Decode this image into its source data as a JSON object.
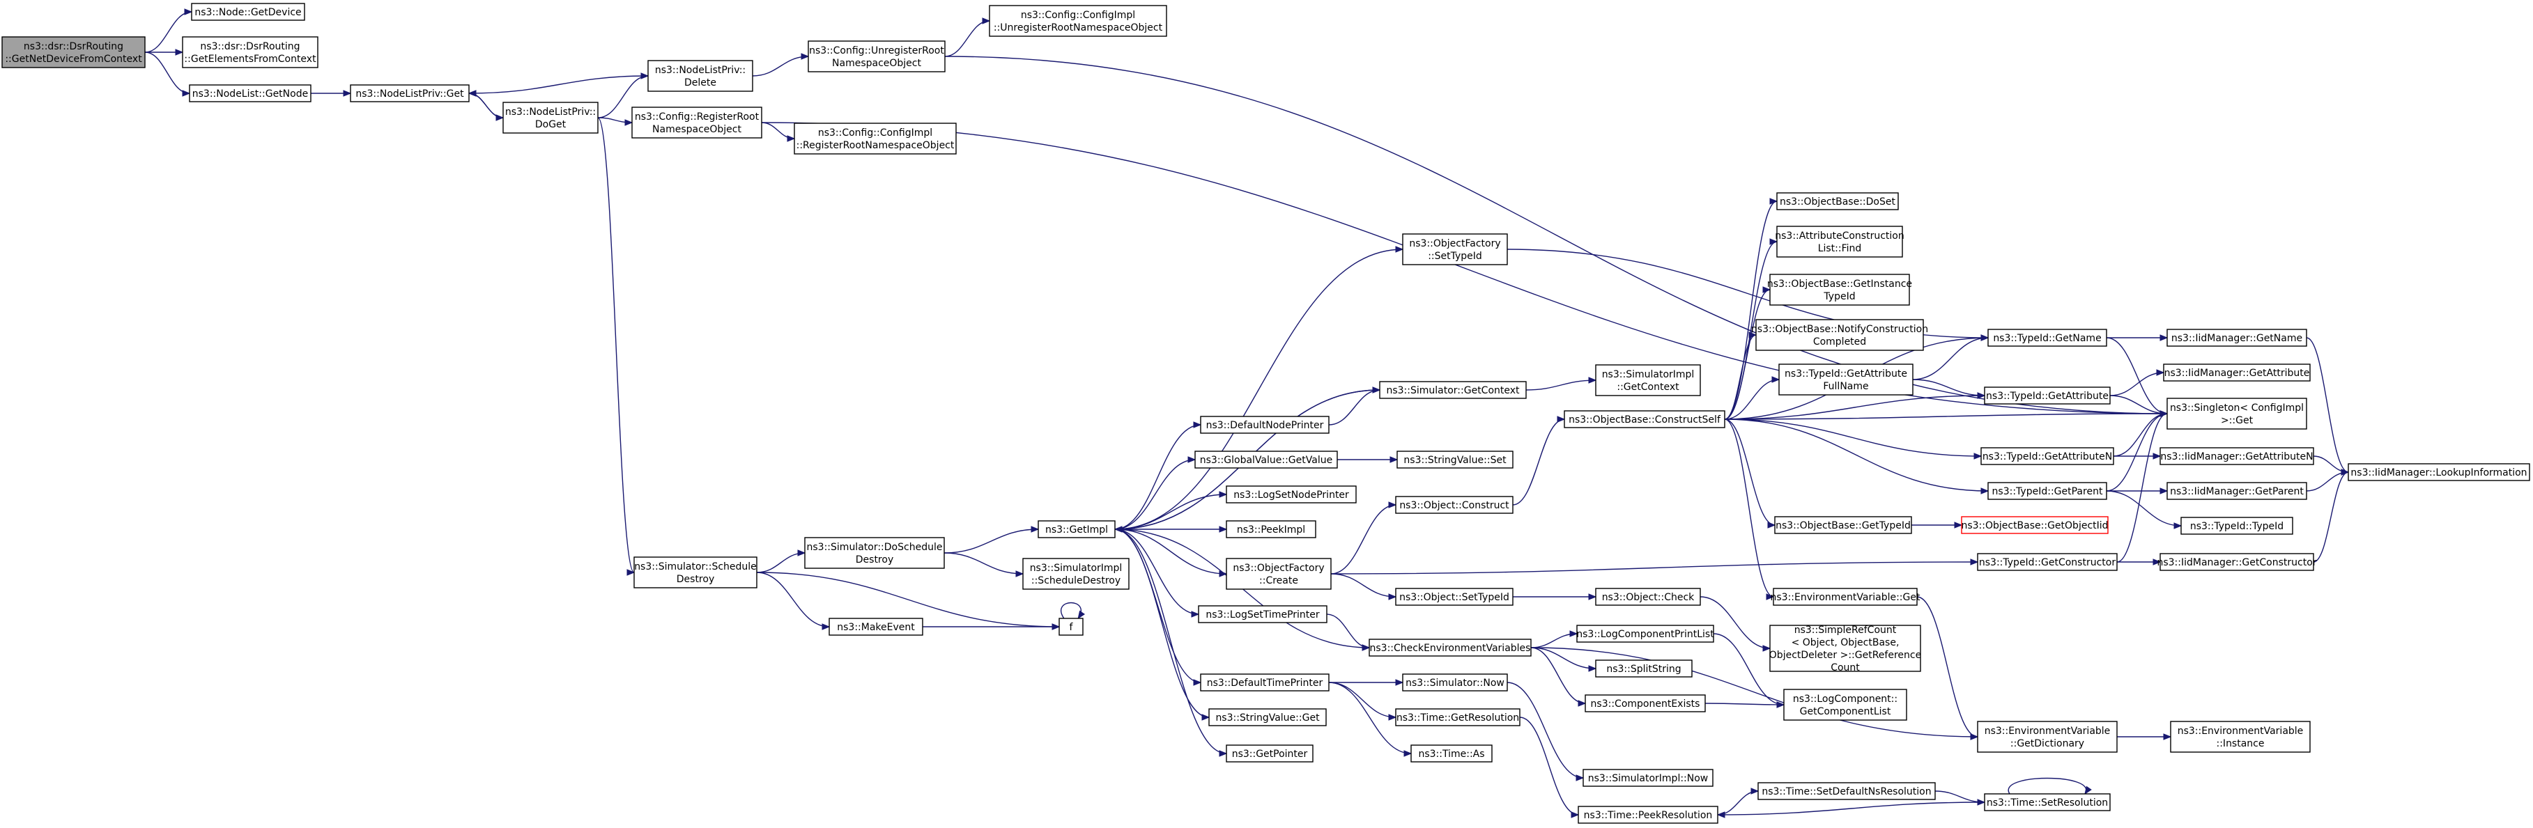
{
  "colors": {
    "edge": "#191970",
    "root_fill": "#a0a0a0",
    "node_border": "#000000",
    "highlight_border": "#ff0000"
  },
  "nodes": {
    "n_root": {
      "lines": [
        "ns3::dsr::DsrRouting",
        "::GetNetDeviceFromContext"
      ],
      "style": "root"
    },
    "n_getdevice": {
      "lines": [
        "ns3::Node::GetDevice"
      ]
    },
    "n_getelements": {
      "lines": [
        "ns3::dsr::DsrRouting",
        "::GetElementsFromContext"
      ]
    },
    "n_nl_getnode": {
      "lines": [
        "ns3::NodeList::GetNode"
      ]
    },
    "n_nlp_get": {
      "lines": [
        "ns3::NodeListPriv::Get"
      ]
    },
    "n_nlp_delete": {
      "lines": [
        "ns3::NodeListPriv::",
        "Delete"
      ]
    },
    "n_nlp_doget": {
      "lines": [
        "ns3::NodeListPriv::",
        "DoGet"
      ]
    },
    "n_cfg_unreg": {
      "lines": [
        "ns3::Config::UnregisterRoot",
        "NamespaceObject"
      ]
    },
    "n_cfgimpl_unreg": {
      "lines": [
        "ns3::Config::ConfigImpl",
        "::UnregisterRootNamespaceObject"
      ]
    },
    "n_cfg_reg": {
      "lines": [
        "ns3::Config::RegisterRoot",
        "NamespaceObject"
      ]
    },
    "n_cfgimpl_reg": {
      "lines": [
        "ns3::Config::ConfigImpl",
        "::RegisterRootNamespaceObject"
      ]
    },
    "n_sim_schedule": {
      "lines": [
        "ns3::Simulator::Schedule",
        "Destroy"
      ]
    },
    "n_sim_doschedule": {
      "lines": [
        "ns3::Simulator::DoSchedule",
        "Destroy"
      ]
    },
    "n_makeevent": {
      "lines": [
        "ns3::MakeEvent"
      ]
    },
    "n_f": {
      "lines": [
        "f"
      ]
    },
    "n_simimpl_schedule": {
      "lines": [
        "ns3::SimulatorImpl",
        "::ScheduleDestroy"
      ]
    },
    "n_getimpl": {
      "lines": [
        "ns3::GetImpl"
      ]
    },
    "n_of_settypeid": {
      "lines": [
        "ns3::ObjectFactory",
        "::SetTypeId"
      ]
    },
    "n_sim_getcontext": {
      "lines": [
        "ns3::Simulator::GetContext"
      ]
    },
    "n_simimpl_getcontext": {
      "lines": [
        "ns3::SimulatorImpl",
        "::GetContext"
      ]
    },
    "n_defnodeprinter": {
      "lines": [
        "ns3::DefaultNodePrinter"
      ]
    },
    "n_gv_getvalue": {
      "lines": [
        "ns3::GlobalValue::GetValue"
      ]
    },
    "n_sv_set": {
      "lines": [
        "ns3::StringValue::Set"
      ]
    },
    "n_logsetnode": {
      "lines": [
        "ns3::LogSetNodePrinter"
      ]
    },
    "n_peekimpl": {
      "lines": [
        "ns3::PeekImpl"
      ]
    },
    "n_of_create": {
      "lines": [
        "ns3::ObjectFactory",
        "::Create"
      ]
    },
    "n_obj_construct": {
      "lines": [
        "ns3::Object::Construct"
      ]
    },
    "n_obj_settypeid": {
      "lines": [
        "ns3::Object::SetTypeId"
      ]
    },
    "n_obj_check": {
      "lines": [
        "ns3::Object::Check"
      ]
    },
    "n_logsettime": {
      "lines": [
        "ns3::LogSetTimePrinter"
      ]
    },
    "n_checkenv": {
      "lines": [
        "ns3::CheckEnvironmentVariables"
      ]
    },
    "n_deftimeprinter": {
      "lines": [
        "ns3::DefaultTimePrinter"
      ]
    },
    "n_sim_now": {
      "lines": [
        "ns3::Simulator::Now"
      ]
    },
    "n_time_getres": {
      "lines": [
        "ns3::Time::GetResolution"
      ]
    },
    "n_time_as": {
      "lines": [
        "ns3::Time::As"
      ]
    },
    "n_sv_get": {
      "lines": [
        "ns3::StringValue::Get"
      ]
    },
    "n_getpointer": {
      "lines": [
        "ns3::GetPointer"
      ]
    },
    "n_simimpl_now": {
      "lines": [
        "ns3::SimulatorImpl::Now"
      ]
    },
    "n_time_peekres": {
      "lines": [
        "ns3::Time::PeekResolution"
      ]
    },
    "n_ob_construct": {
      "lines": [
        "ns3::ObjectBase::ConstructSelf"
      ]
    },
    "n_ob_doset": {
      "lines": [
        "ns3::ObjectBase::DoSet"
      ]
    },
    "n_acl_find": {
      "lines": [
        "ns3::AttributeConstruction",
        "List::Find"
      ]
    },
    "n_ob_getinst": {
      "lines": [
        "ns3::ObjectBase::GetInstance",
        "TypeId"
      ]
    },
    "n_ob_notify": {
      "lines": [
        "ns3::ObjectBase::NotifyConstruction",
        "Completed"
      ]
    },
    "n_tid_getattrfull": {
      "lines": [
        "ns3::TypeId::GetAttribute",
        "FullName"
      ]
    },
    "n_ob_gettypeid": {
      "lines": [
        "ns3::ObjectBase::GetTypeId"
      ]
    },
    "n_ob_getobjtid": {
      "lines": [
        "ns3::ObjectBase::GetObjectIid"
      ],
      "style": "red"
    },
    "n_env_get": {
      "lines": [
        "ns3::EnvironmentVariable::Get"
      ]
    },
    "n_simplerefcount": {
      "lines": [
        "ns3::SimpleRefCount",
        "< Object, ObjectBase,",
        "ObjectDeleter >::GetReference",
        "Count"
      ]
    },
    "n_logcomp_printlist": {
      "lines": [
        "ns3::LogComponentPrintList"
      ]
    },
    "n_splitstring": {
      "lines": [
        "ns3::SplitString"
      ]
    },
    "n_compexists": {
      "lines": [
        "ns3::ComponentExists"
      ]
    },
    "n_logcomp_getlist": {
      "lines": [
        "ns3::LogComponent::",
        "GetComponentList"
      ]
    },
    "n_time_setdefault": {
      "lines": [
        "ns3::Time::SetDefaultNsResolution"
      ]
    },
    "n_time_setres": {
      "lines": [
        "ns3::Time::SetResolution"
      ]
    },
    "n_tid_getname": {
      "lines": [
        "ns3::TypeId::GetName"
      ]
    },
    "n_tid_getattr": {
      "lines": [
        "ns3::TypeId::GetAttribute"
      ]
    },
    "n_tid_getattrn": {
      "lines": [
        "ns3::TypeId::GetAttributeN"
      ]
    },
    "n_tid_getparent": {
      "lines": [
        "ns3::TypeId::GetParent"
      ]
    },
    "n_tid_getconstructor": {
      "lines": [
        "ns3::TypeId::GetConstructor"
      ]
    },
    "n_env_getdict": {
      "lines": [
        "ns3::EnvironmentVariable",
        "::GetDictionary"
      ]
    },
    "n_env_instance": {
      "lines": [
        "ns3::EnvironmentVariable",
        "::Instance"
      ]
    },
    "n_iid_getname": {
      "lines": [
        "ns3::IidManager::GetName"
      ]
    },
    "n_iid_getattr": {
      "lines": [
        "ns3::IidManager::GetAttribute"
      ]
    },
    "n_singleton_get": {
      "lines": [
        "ns3::Singleton< ConfigImpl",
        " >::Get"
      ]
    },
    "n_iid_getattrn": {
      "lines": [
        "ns3::IidManager::GetAttributeN"
      ]
    },
    "n_iid_getparent": {
      "lines": [
        "ns3::IidManager::GetParent"
      ]
    },
    "n_tid_typeid": {
      "lines": [
        "ns3::TypeId::TypeId"
      ]
    },
    "n_iid_getconstructor": {
      "lines": [
        "ns3::IidManager::GetConstructor"
      ]
    },
    "n_iid_lookup": {
      "lines": [
        "ns3::IidManager::LookupInformation"
      ]
    }
  },
  "edges": [
    [
      "n_root",
      "n_getdevice"
    ],
    [
      "n_root",
      "n_getelements"
    ],
    [
      "n_root",
      "n_nl_getnode"
    ],
    [
      "n_nl_getnode",
      "n_nlp_get"
    ],
    [
      "n_nlp_get",
      "n_nlp_doget"
    ],
    [
      "n_nlp_doget",
      "n_nlp_get"
    ],
    [
      "n_nlp_doget",
      "n_nlp_delete"
    ],
    [
      "n_nlp_delete",
      "n_nlp_get"
    ],
    [
      "n_nlp_delete",
      "n_cfg_unreg"
    ],
    [
      "n_cfg_unreg",
      "n_cfgimpl_unreg"
    ],
    [
      "n_cfg_unreg",
      "n_singleton_get"
    ],
    [
      "n_nlp_doget",
      "n_cfg_reg"
    ],
    [
      "n_cfg_reg",
      "n_cfgimpl_reg"
    ],
    [
      "n_cfg_reg",
      "n_singleton_get"
    ],
    [
      "n_nlp_doget",
      "n_sim_schedule"
    ],
    [
      "n_sim_schedule",
      "n_sim_doschedule"
    ],
    [
      "n_sim_schedule",
      "n_makeevent"
    ],
    [
      "n_sim_schedule",
      "n_f"
    ],
    [
      "n_makeevent",
      "n_f"
    ],
    [
      "n_f",
      "n_f"
    ],
    [
      "n_sim_doschedule",
      "n_getimpl"
    ],
    [
      "n_sim_doschedule",
      "n_simimpl_schedule"
    ],
    [
      "n_getimpl",
      "n_of_settypeid"
    ],
    [
      "n_getimpl",
      "n_sim_getcontext"
    ],
    [
      "n_getimpl",
      "n_defnodeprinter"
    ],
    [
      "n_getimpl",
      "n_gv_getvalue"
    ],
    [
      "n_getimpl",
      "n_logsetnode"
    ],
    [
      "n_getimpl",
      "n_peekimpl"
    ],
    [
      "n_getimpl",
      "n_of_create"
    ],
    [
      "n_getimpl",
      "n_logsettime"
    ],
    [
      "n_getimpl",
      "n_deftimeprinter"
    ],
    [
      "n_getimpl",
      "n_sv_get"
    ],
    [
      "n_getimpl",
      "n_getpointer"
    ],
    [
      "n_getimpl",
      "n_checkenv"
    ],
    [
      "n_of_settypeid",
      "n_tid_getname"
    ],
    [
      "n_sim_getcontext",
      "n_simimpl_getcontext"
    ],
    [
      "n_sim_getcontext",
      "n_getimpl"
    ],
    [
      "n_defnodeprinter",
      "n_sim_getcontext"
    ],
    [
      "n_gv_getvalue",
      "n_sv_set"
    ],
    [
      "n_of_create",
      "n_obj_construct"
    ],
    [
      "n_of_create",
      "n_obj_settypeid"
    ],
    [
      "n_of_create",
      "n_tid_getconstructor"
    ],
    [
      "n_obj_construct",
      "n_ob_construct"
    ],
    [
      "n_obj_settypeid",
      "n_obj_check"
    ],
    [
      "n_obj_check",
      "n_simplerefcount"
    ],
    [
      "n_logsettime",
      "n_checkenv"
    ],
    [
      "n_checkenv",
      "n_logcomp_printlist"
    ],
    [
      "n_checkenv",
      "n_splitstring"
    ],
    [
      "n_checkenv",
      "n_compexists"
    ],
    [
      "n_checkenv",
      "n_env_getdict"
    ],
    [
      "n_logcomp_printlist",
      "n_logcomp_getlist"
    ],
    [
      "n_compexists",
      "n_logcomp_getlist"
    ],
    [
      "n_deftimeprinter",
      "n_sim_now"
    ],
    [
      "n_deftimeprinter",
      "n_time_getres"
    ],
    [
      "n_deftimeprinter",
      "n_time_as"
    ],
    [
      "n_sim_now",
      "n_simimpl_now"
    ],
    [
      "n_time_getres",
      "n_time_peekres"
    ],
    [
      "n_time_peekres",
      "n_time_setdefault"
    ],
    [
      "n_time_setdefault",
      "n_time_setres"
    ],
    [
      "n_time_setres",
      "n_time_setres"
    ],
    [
      "n_time_setres",
      "n_time_peekres"
    ],
    [
      "n_ob_construct",
      "n_ob_doset"
    ],
    [
      "n_ob_construct",
      "n_acl_find"
    ],
    [
      "n_ob_construct",
      "n_ob_getinst"
    ],
    [
      "n_ob_construct",
      "n_ob_notify"
    ],
    [
      "n_ob_construct",
      "n_tid_getattrfull"
    ],
    [
      "n_ob_construct",
      "n_ob_gettypeid"
    ],
    [
      "n_ob_construct",
      "n_env_get"
    ],
    [
      "n_ob_construct",
      "n_tid_getname"
    ],
    [
      "n_ob_construct",
      "n_tid_getattr"
    ],
    [
      "n_ob_construct",
      "n_tid_getattrn"
    ],
    [
      "n_ob_construct",
      "n_tid_getparent"
    ],
    [
      "n_ob_construct",
      "n_singleton_get"
    ],
    [
      "n_ob_gettypeid",
      "n_ob_getobjtid"
    ],
    [
      "n_env_get",
      "n_env_getdict"
    ],
    [
      "n_env_getdict",
      "n_env_instance"
    ],
    [
      "n_tid_getattrfull",
      "n_tid_getname"
    ],
    [
      "n_tid_getattrfull",
      "n_tid_getattr"
    ],
    [
      "n_tid_getname",
      "n_iid_getname"
    ],
    [
      "n_tid_getname",
      "n_singleton_get"
    ],
    [
      "n_tid_getattr",
      "n_iid_getattr"
    ],
    [
      "n_tid_getattr",
      "n_singleton_get"
    ],
    [
      "n_tid_getattrn",
      "n_iid_getattrn"
    ],
    [
      "n_tid_getattrn",
      "n_singleton_get"
    ],
    [
      "n_tid_getparent",
      "n_iid_getparent"
    ],
    [
      "n_tid_getparent",
      "n_tid_typeid"
    ],
    [
      "n_tid_getparent",
      "n_singleton_get"
    ],
    [
      "n_tid_getconstructor",
      "n_iid_getconstructor"
    ],
    [
      "n_tid_getconstructor",
      "n_singleton_get"
    ],
    [
      "n_iid_getname",
      "n_iid_lookup"
    ],
    [
      "n_iid_getattrn",
      "n_iid_lookup"
    ],
    [
      "n_iid_getparent",
      "n_iid_lookup"
    ],
    [
      "n_iid_getconstructor",
      "n_iid_lookup"
    ]
  ]
}
